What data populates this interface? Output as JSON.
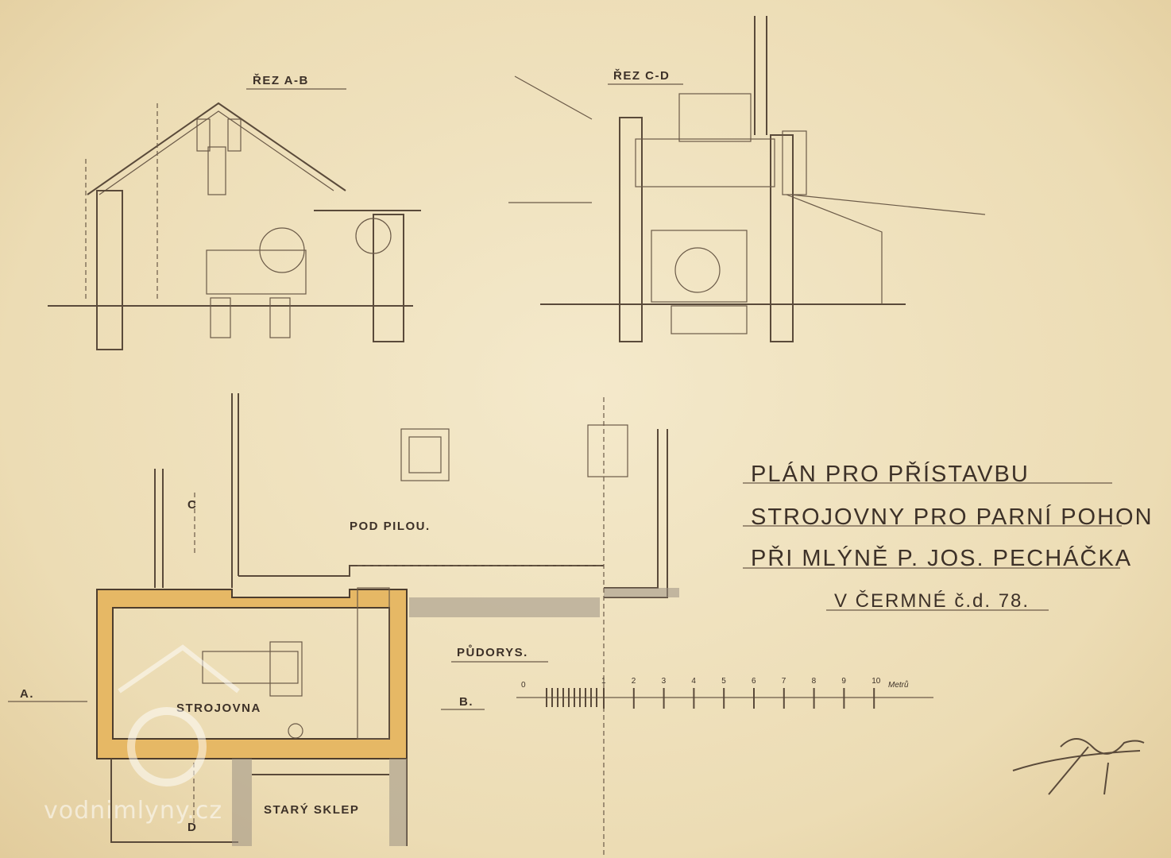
{
  "section_ab": {
    "label": "ŘEZ A-B"
  },
  "section_cd": {
    "label": "ŘEZ C-D"
  },
  "title_block": {
    "line1": "PLÁN PRO PŘÍSTAVBU",
    "line2": "STROJOVNY PRO PARNÍ POHON",
    "line3": "PŘI MLÝNĚ P. JOS. PECHÁČKA",
    "line4": "V ČERMNÉ č.d. 78."
  },
  "floor_plan": {
    "label": "PŮDORYS.",
    "room_under_saw": "POD PILOU.",
    "engine_room": "STROJOVNA",
    "old_cellar": "STARÝ SKLEP",
    "marker_a": "A.",
    "marker_b": "B.",
    "marker_c": "C",
    "marker_d": "D"
  },
  "scale_bar": {
    "zero": "0",
    "ticks": [
      "1",
      "2",
      "3",
      "4",
      "5",
      "6",
      "7",
      "8",
      "9",
      "10"
    ],
    "unit": "Metrů"
  },
  "watermark": "vodnimlyny.cz"
}
